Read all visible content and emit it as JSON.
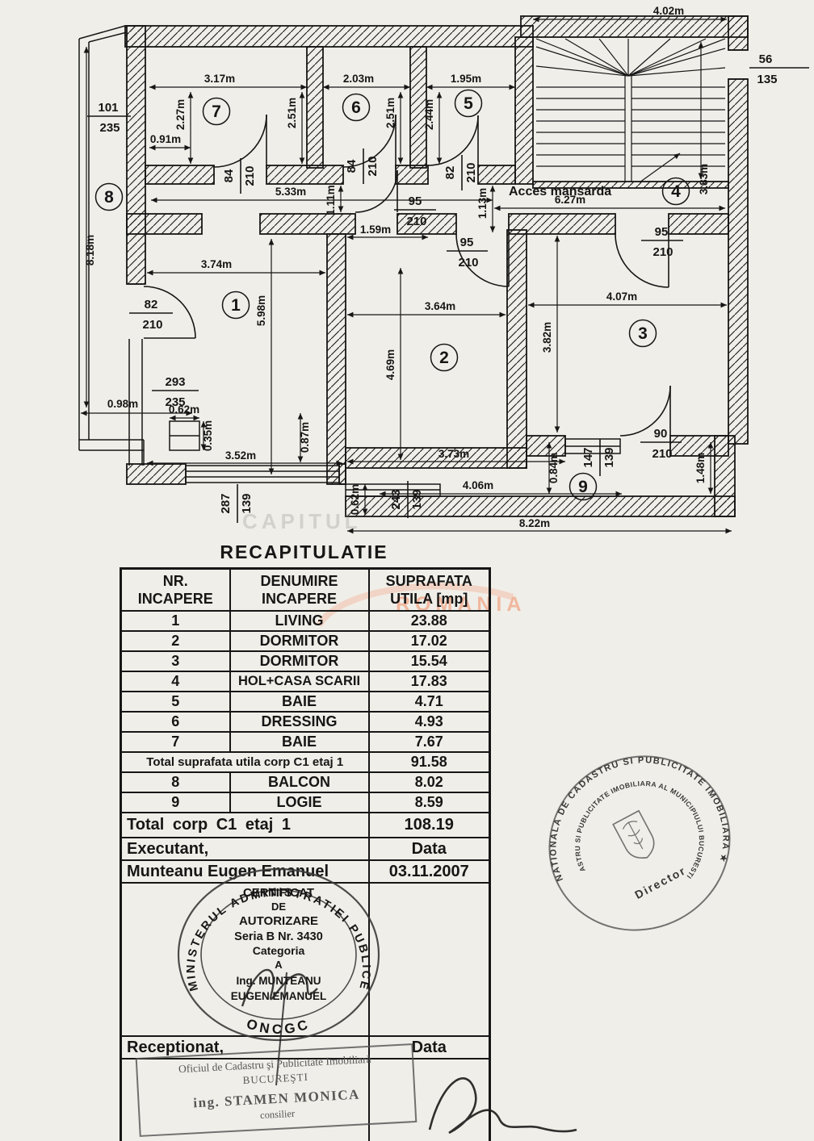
{
  "plan": {
    "rooms": {
      "r1": "1",
      "r2": "2",
      "r3": "3",
      "r4": "4",
      "r5": "5",
      "r6": "6",
      "r7": "7",
      "r8": "8",
      "r9": "9"
    },
    "acces": "Acces mansarda",
    "ghost": "CAPITUL",
    "dims": {
      "stair_top": "4.02m",
      "r7w": "3.17m",
      "r6w": "2.03m",
      "r5w": "1.95m",
      "r7hl": "2.27m",
      "r7hr": "2.51m",
      "r6hr": "2.51m",
      "r5hl": "2.44m",
      "d091": "0.91m",
      "hall1": "5.33m",
      "d111": "1.11m",
      "d159": "1.59m",
      "hall2": "6.27m",
      "d113": "1.13m",
      "stairh": "3.83m",
      "r1w": "3.74m",
      "r1h": "5.98m",
      "r2w": "3.64m",
      "r2h": "4.69m",
      "r3w": "4.07m",
      "r3h": "3.82m",
      "balh": "8.18m",
      "balw": "0.98m",
      "cabw": "0.62m",
      "cabh": "0.35m",
      "d087": "0.87m",
      "r1bw": "3.52m",
      "r2bw": "3.73m",
      "d084": "0.84m",
      "logw": "4.06m",
      "d148": "1.48m",
      "d062": "0.62m",
      "total": "8.22m"
    },
    "fr": {
      "f101": {
        "n": "101",
        "d": "235"
      },
      "f56": {
        "n": "56",
        "d": "135"
      },
      "f82a": {
        "n": "82",
        "d": "210"
      },
      "f82b": {
        "n": "82",
        "d": "210"
      },
      "f84a": {
        "n": "84",
        "d": "210"
      },
      "f84b": {
        "n": "84",
        "d": "210"
      },
      "f95a": {
        "n": "95",
        "d": "210"
      },
      "f95b": {
        "n": "95",
        "d": "210"
      },
      "f95c": {
        "n": "95",
        "d": "210"
      },
      "f90": {
        "n": "90",
        "d": "210"
      },
      "f293": {
        "n": "293",
        "d": "235"
      },
      "f287": {
        "n": "287",
        "d": "139"
      },
      "f243": {
        "n": "243",
        "d": "139"
      },
      "f147": {
        "n": "147",
        "d": "139"
      }
    }
  },
  "wm": {
    "text": "ROMANIA"
  },
  "table": {
    "title": "RECAPITULATIE",
    "h": {
      "c1a": "NR.",
      "c1b": "INCAPERE",
      "c2a": "DENUMIRE",
      "c2b": "INCAPERE",
      "c3a": "SUPRAFATA",
      "c3b": "UTILA [mp]"
    },
    "rows": [
      {
        "nr": "1",
        "name": "LIVING",
        "area": "23.88"
      },
      {
        "nr": "2",
        "name": "DORMITOR",
        "area": "17.02"
      },
      {
        "nr": "3",
        "name": "DORMITOR",
        "area": "15.54"
      },
      {
        "nr": "4",
        "name": "HOL+CASA SCARII",
        "area": "17.83"
      },
      {
        "nr": "5",
        "name": "BAIE",
        "area": "4.71"
      },
      {
        "nr": "6",
        "name": "DRESSING",
        "area": "4.93"
      },
      {
        "nr": "7",
        "name": "BAIE",
        "area": "7.67"
      }
    ],
    "total1": {
      "label": "Total suprafata utila corp C1 etaj 1",
      "value": "91.58"
    },
    "rows2": [
      {
        "nr": "8",
        "name": "BALCON",
        "area": "8.02"
      },
      {
        "nr": "9",
        "name": "LOGIE",
        "area": "8.59"
      }
    ],
    "total2": {
      "label": "Total corp C1 etaj 1",
      "value": "108.19"
    },
    "executant": "Executant,",
    "data1": "Data",
    "name": "Munteanu Eugen Emanuel",
    "date": "03.11.2007",
    "receptionat": "Receptionat,",
    "data2": "Data"
  },
  "stamps": {
    "oncgc": {
      "ring": "MINISTERUL ADMINISTRATIEI PUBLICE",
      "bottom": "ONCGC",
      "l1": "CERTIFICAT",
      "l2": "DE",
      "l3": "AUTORIZARE",
      "l4": "Seria B Nr. 3430",
      "l5": "Categoria",
      "l6": "A",
      "l7": "Ing. MUNTEANU",
      "l8": "EUGEN EMANUEL"
    },
    "ancpi": {
      "outer": "★ AGENTIA NATIONALA DE CADASTRU SI PUBLICITATE IMOBILIARA ★",
      "inner": "• OFICIUL DE CADASTRU SI PUBLICITATE IMOBILIARA AL MUNICIPIULUI BUCURESTI",
      "center": "Director"
    },
    "ocpi": {
      "l1": "Oficiul de Cadastru şi Publicitate Imobiliară",
      "l2": "BUCUREŞTI",
      "l3": "ing. STAMEN MONICA",
      "l4": "consilier"
    }
  }
}
